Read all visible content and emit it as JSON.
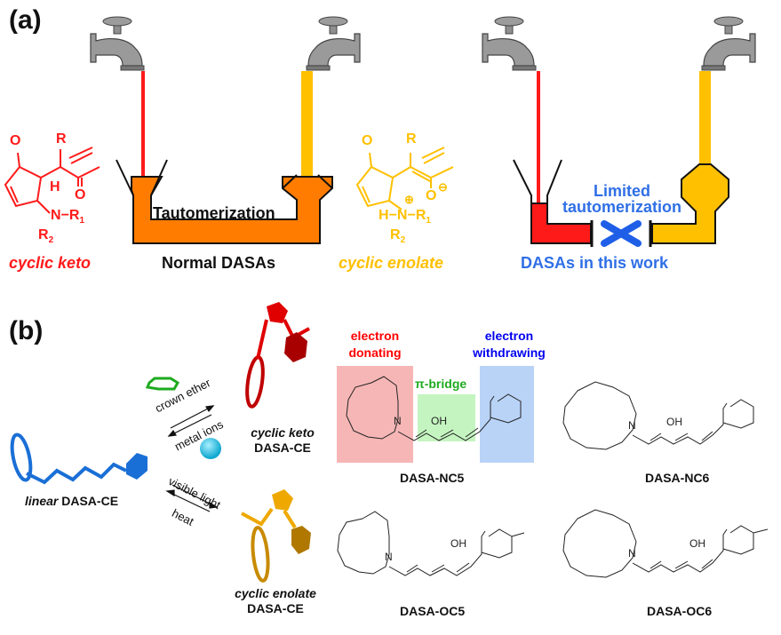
{
  "panel_a": {
    "label": "(a)",
    "keto": {
      "caption": "cyclic keto",
      "atoms": {
        "o_ring": "O",
        "r": "R",
        "h": "H",
        "o_chain": "O",
        "n": "N",
        "r1": "R",
        "r1_sub": "1",
        "r2": "R",
        "r2_sub": "2"
      }
    },
    "normal": {
      "channel_label": "Tautomerization",
      "caption": "Normal DASAs"
    },
    "enolate": {
      "caption": "cyclic enolate",
      "atoms": {
        "o_ring": "O",
        "r": "R",
        "o_chain": "O",
        "minus": "⊖",
        "plus": "⊕",
        "n": "N",
        "h": "H",
        "r1": "R",
        "r1_sub": "1",
        "r2": "R",
        "r2_sub": "2"
      }
    },
    "this_work": {
      "block_label_line1": "Limited",
      "block_label_line2": "tautomerization",
      "caption": "DASAs in this work"
    },
    "colors": {
      "keto": "#ff1a1a",
      "enolate": "#ffc000",
      "normal": "#ff7c00",
      "this_work": "#2f6fe6",
      "block_x": "#1f5fe8",
      "tap": "#9a9a9a"
    }
  },
  "panel_b": {
    "label": "(b)",
    "linear": {
      "caption_italic": "linear",
      "caption": "DASA-CE"
    },
    "arrows_top": {
      "forward": "crown ether",
      "reverse": "metal ions"
    },
    "arrows_bottom": {
      "forward": "visible light",
      "reverse": "heat"
    },
    "keto": {
      "caption_italic": "cyclic keto",
      "caption": "DASA-CE"
    },
    "enolate": {
      "caption_italic": "cyclic enolate",
      "caption": "DASA-CE"
    },
    "regions": {
      "donor_line1": "electron",
      "donor_line2": "donating",
      "bridge": "π-bridge",
      "acceptor_line1": "electron",
      "acceptor_line2": "withdrawing"
    },
    "molecules": [
      {
        "name": "DASA-NC5"
      },
      {
        "name": "DASA-NC6"
      },
      {
        "name": "DASA-OC5"
      },
      {
        "name": "DASA-OC6"
      }
    ],
    "atom_labels": {
      "o": "O",
      "n": "N",
      "oh": "OH"
    },
    "colors": {
      "linear": "#1a6fd6",
      "crown": "#1faa1f",
      "ion": "#22c8e8",
      "keto": "#e00000",
      "enolate": "#eea800",
      "donor_bg": "#f7b6b6",
      "bridge_bg": "#c4f5c0",
      "acceptor_bg": "#b9d3f7",
      "donor_text": "#ff0000",
      "bridge_text": "#1faa1f",
      "acceptor_text": "#0000ee"
    }
  }
}
